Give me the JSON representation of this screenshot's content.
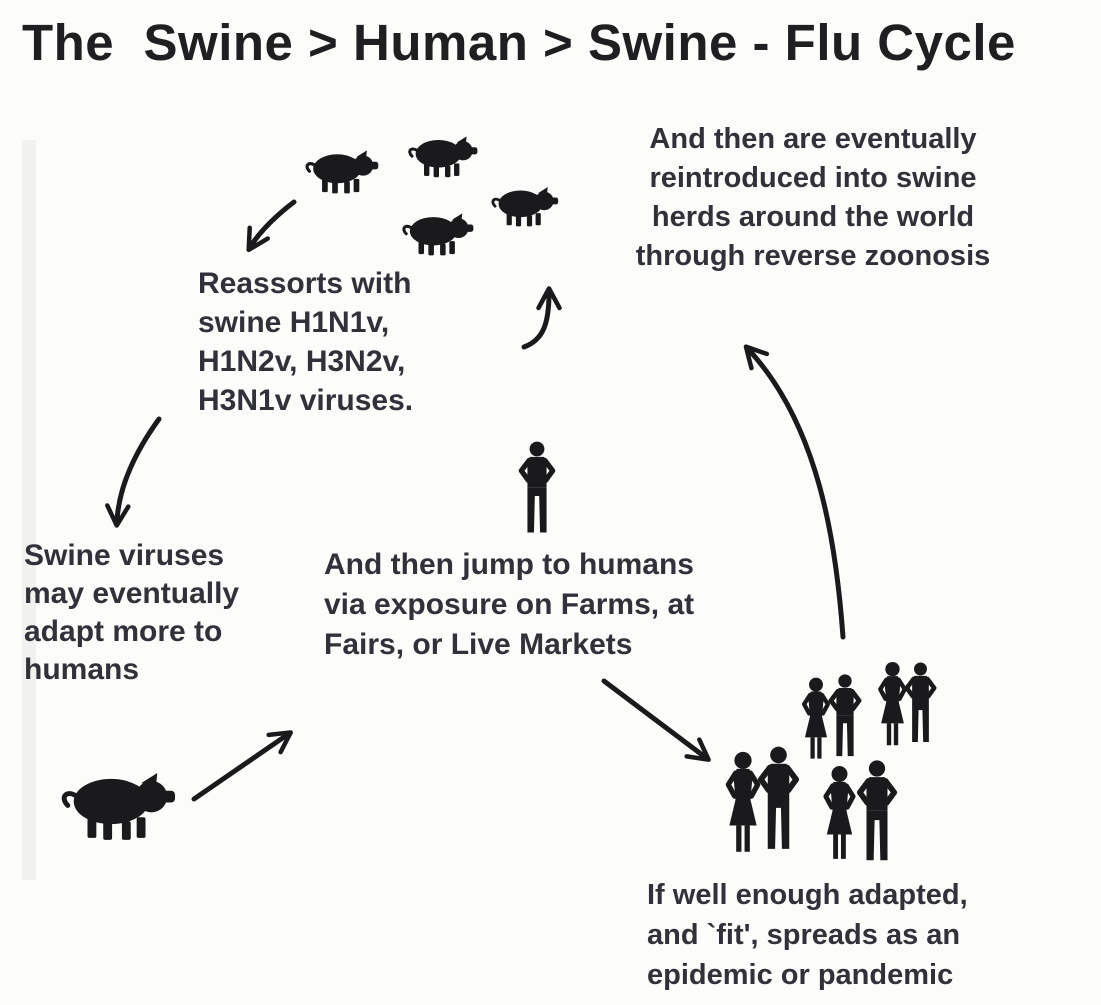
{
  "title": "The  Swine > Human > Swine - Flu Cycle",
  "annotations": {
    "reintroduced": {
      "lines": [
        "And then are eventually",
        "reintroduced into swine",
        "herds around the world",
        "through reverse zoonosis"
      ]
    },
    "reassorts": {
      "lines": [
        "Reassorts with",
        "swine H1N1v,",
        "H1N2v, H3N2v,",
        "H3N1v viruses."
      ]
    },
    "adapt": {
      "lines": [
        "Swine viruses",
        "may eventually",
        "adapt more to",
        "humans"
      ]
    },
    "jump": {
      "lines": [
        "And then jump to humans",
        "via exposure on Farms, at",
        "Fairs, or Live Markets"
      ]
    },
    "spread": {
      "lines": [
        "If well enough adapted,",
        "and `fit', spreads as an",
        "epidemic or pandemic"
      ]
    }
  },
  "figures": {
    "swine_herd": {
      "icon": "pig-icon",
      "count": 4,
      "label": "swine herd"
    },
    "lone_swine": {
      "icon": "pig-icon",
      "count": 1,
      "label": "swine"
    },
    "lone_human": {
      "icon": "man-icon",
      "count": 1,
      "label": "human"
    },
    "human_crowd": {
      "icon": "person-icon",
      "count": 8,
      "label": "human population"
    }
  },
  "arrows": [
    {
      "name": "herd-to-reassorts-arrow",
      "from": "swine-herd",
      "to": "reassorts-note"
    },
    {
      "name": "reassorts-to-adapt-arrow",
      "from": "reassorts-note",
      "to": "adapt-note"
    },
    {
      "name": "jump-up-to-herd-arrow",
      "from": "jump-note",
      "to": "swine-herd"
    },
    {
      "name": "swine-to-jump-arrow",
      "from": "lone-swine",
      "to": "jump-note"
    },
    {
      "name": "jump-to-crowd-arrow",
      "from": "jump-note",
      "to": "human-crowd"
    },
    {
      "name": "crowd-to-reintroduction-arrow",
      "from": "human-crowd",
      "to": "reintroduced-note"
    }
  ],
  "colors": {
    "ink": "#1a1a1c",
    "text": "#313139",
    "title": "#1f1f22",
    "background": "#fcfcfb"
  }
}
